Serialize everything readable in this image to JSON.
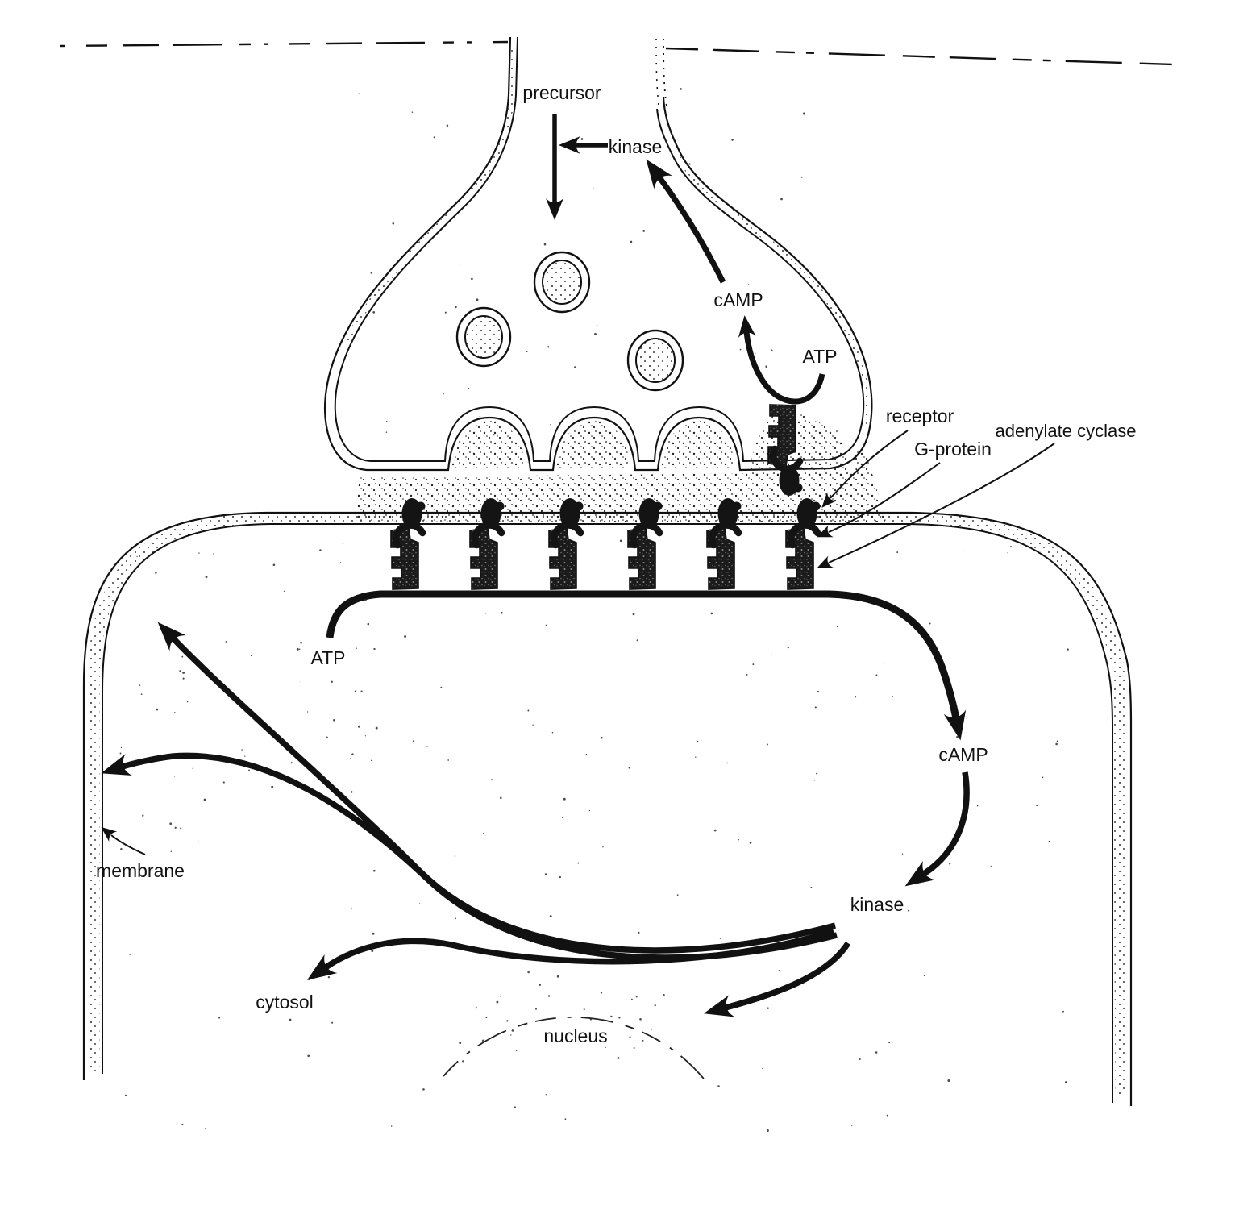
{
  "figure": {
    "background": "#ffffff",
    "ink": "#111111",
    "description_labels_count": 13
  },
  "labels": {
    "presynaptic": {
      "precursor": "precursor",
      "kinase": "kinase",
      "camp": "cAMP",
      "atp": "ATP"
    },
    "synapse": {
      "receptor": "receptor",
      "g_protein": "G-protein",
      "adenylate_cyclase": "adenylate cyclase"
    },
    "postsynaptic": {
      "atp": "ATP",
      "camp": "cAMP",
      "kinase": "kinase",
      "membrane": "membrane",
      "cytosol": "cytosol",
      "nucleus": "nucleus"
    }
  },
  "relations": [
    "kinase -> precursor (presynaptic)",
    "precursor -> vesicles (down arrow)",
    "ATP -> cAMP (presynaptic)",
    "cAMP -> kinase (presynaptic)",
    "ATP -> cAMP (postsynaptic loop)",
    "cAMP -> kinase (postsynaptic)",
    "kinase -> membrane (two arrows)",
    "kinase -> cytosol",
    "kinase -> nucleus"
  ],
  "structures": {
    "vesicle_count": 3,
    "postsynaptic_receptor_complex_count": 6,
    "presynaptic_receptor_complex_count": 1
  }
}
